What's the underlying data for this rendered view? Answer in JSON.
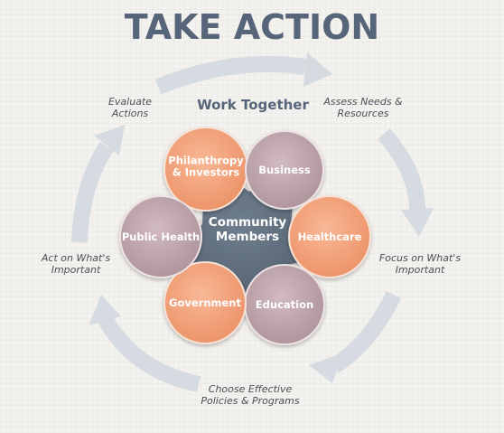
{
  "title": "TAKE ACTION",
  "subtitle": "Work Together",
  "cycle_steps": [
    "Assess Needs &\nResources",
    "Focus on What's\nImportant",
    "Choose Effective\nPolicies & Programs",
    "Act on What's\nImportant",
    "Evaluate\nActions"
  ],
  "center": "Community\nMembers",
  "petals": [
    "Philanthropy\n& Investors",
    "Business",
    "Healthcare",
    "Education",
    "Government",
    "Public Health"
  ],
  "colors": {
    "title": "#56657a",
    "arrow": "#d6dbe1",
    "center": "#5c6b7b",
    "orange_petal": "#f2a07a",
    "mauve_petal": "#bfa5ab"
  }
}
